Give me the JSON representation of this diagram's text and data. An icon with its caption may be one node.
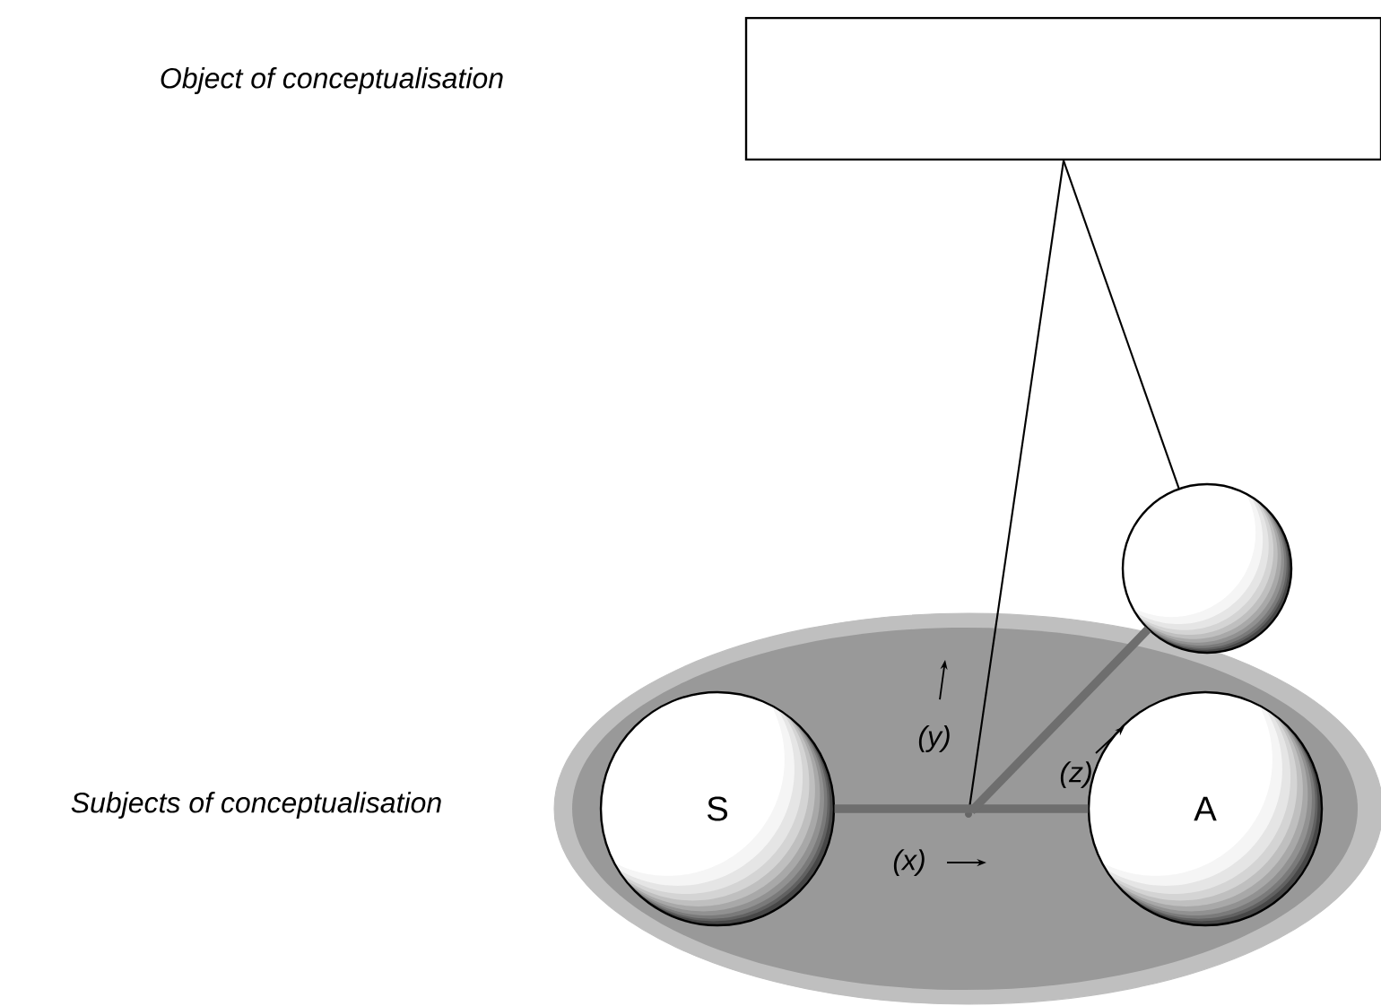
{
  "diagram": {
    "nodes": [
      {
        "text": [],
        "shape": "box"
      },
      {
        "text": [],
        "shape": "ellipse"
      },
      {
        "text": [
          "S"
        ],
        "in": 1
      },
      {
        "text": [
          "A"
        ],
        "in": 1
      },
      {
        "text": [],
        "shape": "circle"
      },
      {
        "text": [],
        "shape": "point",
        "in": 1
      }
    ],
    "edges": [
      {
        "from": 0,
        "to": 5,
        "arrow": "none",
        "label": "(y)"
      },
      {
        "from": 0,
        "to": 4,
        "arrow": "none"
      },
      {
        "from": 2,
        "to": 3,
        "arrow": "none",
        "label": "(x)",
        "style": "thick",
        "color": "#6e6e6e"
      },
      {
        "from": 5,
        "to": 4,
        "arrow": "none",
        "label": "(z)",
        "style": "thick",
        "color": "#6e6e6e"
      }
    ],
    "labels": [
      "Object of conceptualisation",
      "Subjects of conceptualisation"
    ]
  }
}
